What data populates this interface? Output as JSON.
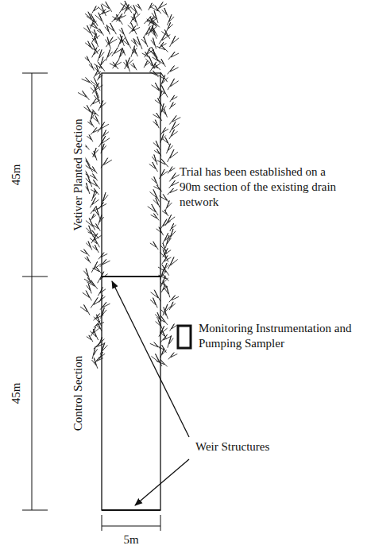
{
  "diagram": {
    "labels": [
      "45m",
      "45m",
      "Vetiver Planted Section",
      "Control Section",
      "Trial has been established on a 90m section of the existing drain network",
      "Monitoring Instrumentation and Pumping Sampler",
      "Weir Structures",
      "5m"
    ]
  }
}
